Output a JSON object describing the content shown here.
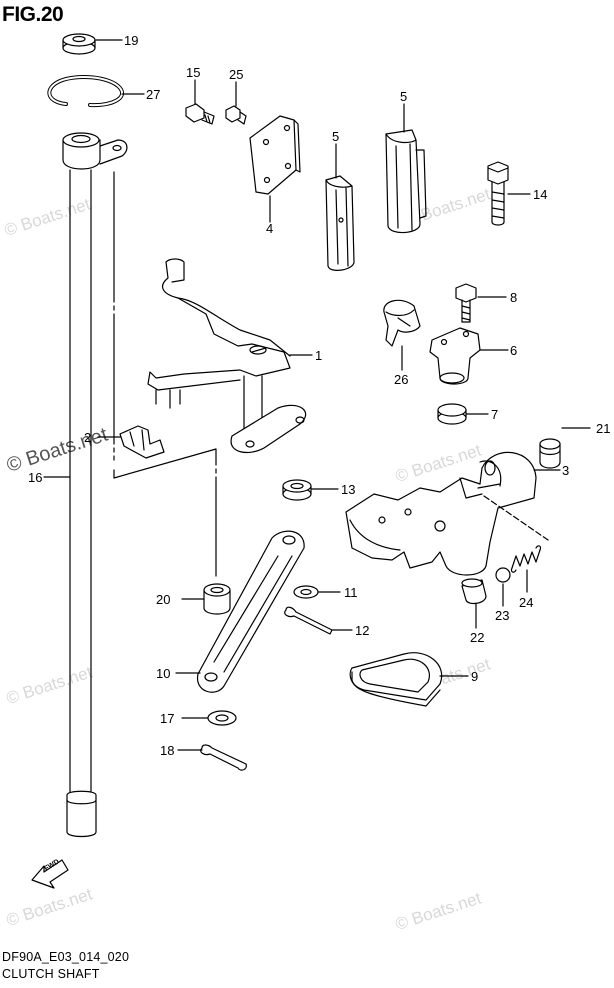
{
  "figure": {
    "title": "FIG.20",
    "code": "DF90A_E03_014_020",
    "name": "CLUTCH SHAFT"
  },
  "watermark": {
    "text": "© Boats.net",
    "color": "#d8d8d8"
  },
  "fwd_label": "FWD",
  "callouts": [
    {
      "id": "c19",
      "label": "19"
    },
    {
      "id": "c27",
      "label": "27"
    },
    {
      "id": "c15",
      "label": "15"
    },
    {
      "id": "c25",
      "label": "25"
    },
    {
      "id": "c5a",
      "label": "5"
    },
    {
      "id": "c5b",
      "label": "5"
    },
    {
      "id": "c14",
      "label": "14"
    },
    {
      "id": "c4",
      "label": "4"
    },
    {
      "id": "c8",
      "label": "8"
    },
    {
      "id": "c1",
      "label": "1"
    },
    {
      "id": "c6",
      "label": "6"
    },
    {
      "id": "c26",
      "label": "26"
    },
    {
      "id": "c2",
      "label": "2"
    },
    {
      "id": "c7",
      "label": "7"
    },
    {
      "id": "c21",
      "label": "21"
    },
    {
      "id": "c16",
      "label": "16"
    },
    {
      "id": "c3",
      "label": "3"
    },
    {
      "id": "c13",
      "label": "13"
    },
    {
      "id": "c20",
      "label": "20"
    },
    {
      "id": "c11",
      "label": "11"
    },
    {
      "id": "c24",
      "label": "24"
    },
    {
      "id": "c23",
      "label": "23"
    },
    {
      "id": "c12",
      "label": "12"
    },
    {
      "id": "c22",
      "label": "22"
    },
    {
      "id": "c10",
      "label": "10"
    },
    {
      "id": "c9",
      "label": "9"
    },
    {
      "id": "c17",
      "label": "17"
    },
    {
      "id": "c18",
      "label": "18"
    }
  ]
}
